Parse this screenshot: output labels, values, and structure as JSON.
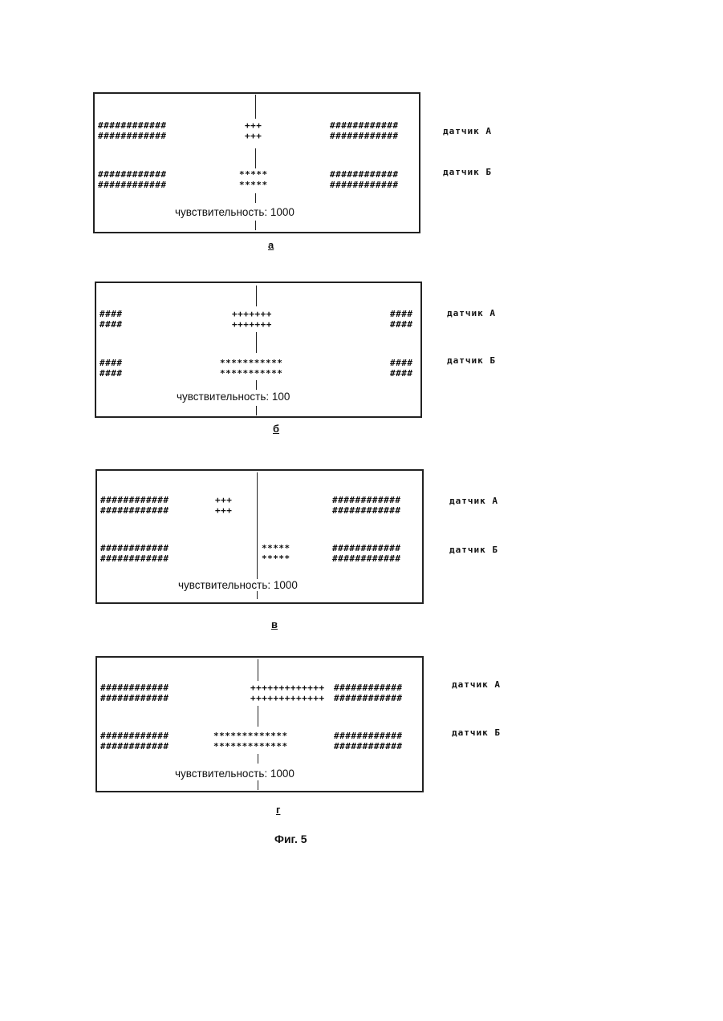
{
  "figure_label": "Фиг. 5",
  "panels": [
    {
      "caption": "а",
      "sensor_a": "датчик А",
      "sensor_b": "датчик Б",
      "sensitivity": "чувствительность: 1000",
      "a_left": "############",
      "a_left2": "############",
      "a_mid": "+++",
      "a_mid2": "+++",
      "a_right": "############",
      "a_right2": "############",
      "b_left": "############",
      "b_left2": "############",
      "b_mid": "*****",
      "b_mid2": "*****",
      "b_right": "############",
      "b_right2": "############"
    },
    {
      "caption": "б",
      "sensor_a": "датчик А",
      "sensor_b": "датчик Б",
      "sensitivity": "чувствительность: 100",
      "a_left": "####",
      "a_left2": "####",
      "a_mid": "+++++++",
      "a_mid2": "+++++++",
      "a_right": "####",
      "a_right2": "####",
      "b_left": "####",
      "b_left2": "####",
      "b_mid": "***********",
      "b_mid2": "***********",
      "b_right": "####",
      "b_right2": "####"
    },
    {
      "caption": "в",
      "sensor_a": "датчик А",
      "sensor_b": "датчик Б",
      "sensitivity": "чувствительность: 1000",
      "a_left": "############",
      "a_left2": "############",
      "a_mid": "+++",
      "a_mid2": "+++",
      "a_right": "############",
      "a_right2": "############",
      "b_left": "############",
      "b_left2": "############",
      "b_mid": "*****",
      "b_mid2": "*****",
      "b_right": "############",
      "b_right2": "############"
    },
    {
      "caption": "г",
      "sensor_a": "датчик А",
      "sensor_b": "датчик Б",
      "sensitivity": "чувствительность: 1000",
      "a_left": "############",
      "a_left2": "############",
      "a_mid": "+++++++++++++",
      "a_mid2": "+++++++++++++",
      "a_right": "############",
      "a_right2": "############",
      "b_left": "############",
      "b_left2": "############",
      "b_mid": "*************",
      "b_mid2": "*************",
      "b_right": "############",
      "b_right2": "############"
    }
  ]
}
